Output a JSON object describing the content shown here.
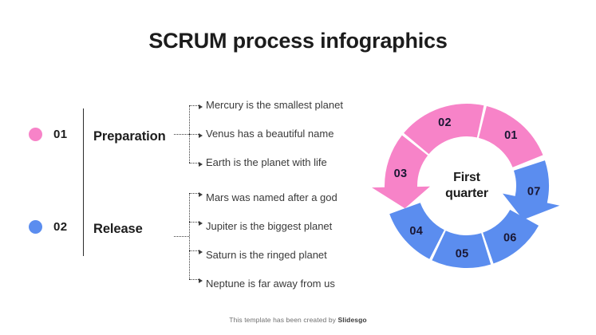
{
  "title": "SCRUM process infographics",
  "colors": {
    "pink": "#f783c8",
    "blue": "#5b8def",
    "text_dark": "#1c1c1c",
    "text_body": "#3a3a3a",
    "navy": "#1a1733",
    "background": "#ffffff"
  },
  "groups": [
    {
      "number": "01",
      "label": "Preparation",
      "color": "#f783c8",
      "items": [
        "Mercury is the smallest planet",
        "Venus has a beautiful name",
        "Earth is the planet with life"
      ]
    },
    {
      "number": "02",
      "label": "Release",
      "color": "#5b8def",
      "items": [
        "Mars was named after a god",
        "Jupiter is the biggest planet",
        "Saturn is the ringed planet",
        "Neptune is far away from us"
      ]
    }
  ],
  "chart_data": {
    "type": "pie",
    "title": "First quarter",
    "center_label_line1": "First",
    "center_label_line2": "quarter",
    "legend_position": "none",
    "inner_radius": 62,
    "outer_radius": 103,
    "categories": [
      "01",
      "02",
      "03",
      "04",
      "05",
      "06",
      "07"
    ],
    "values": [
      14.3,
      14.3,
      14.3,
      14.3,
      14.3,
      14.3,
      14.3
    ],
    "segments": [
      {
        "label": "01",
        "color": "#f783c8",
        "start_deg": 22,
        "end_deg": 76,
        "arrow": "none"
      },
      {
        "label": "02",
        "color": "#f783c8",
        "start_deg": 78,
        "end_deg": 140,
        "arrow": "none"
      },
      {
        "label": "03",
        "color": "#f783c8",
        "start_deg": 142,
        "end_deg": 196,
        "arrow": "tip-up"
      },
      {
        "label": "04",
        "color": "#5b8def",
        "start_deg": 200,
        "end_deg": 243,
        "arrow": "none"
      },
      {
        "label": "05",
        "color": "#5b8def",
        "start_deg": 245,
        "end_deg": 287,
        "arrow": "none"
      },
      {
        "label": "06",
        "color": "#5b8def",
        "start_deg": 289,
        "end_deg": 331,
        "arrow": "none"
      },
      {
        "label": "07",
        "color": "#5b8def",
        "start_deg": 333,
        "end_deg": 18,
        "arrow": "tip-down"
      }
    ]
  },
  "footer": {
    "text_before": "This template has been created by ",
    "brand": "Slidesgo"
  }
}
